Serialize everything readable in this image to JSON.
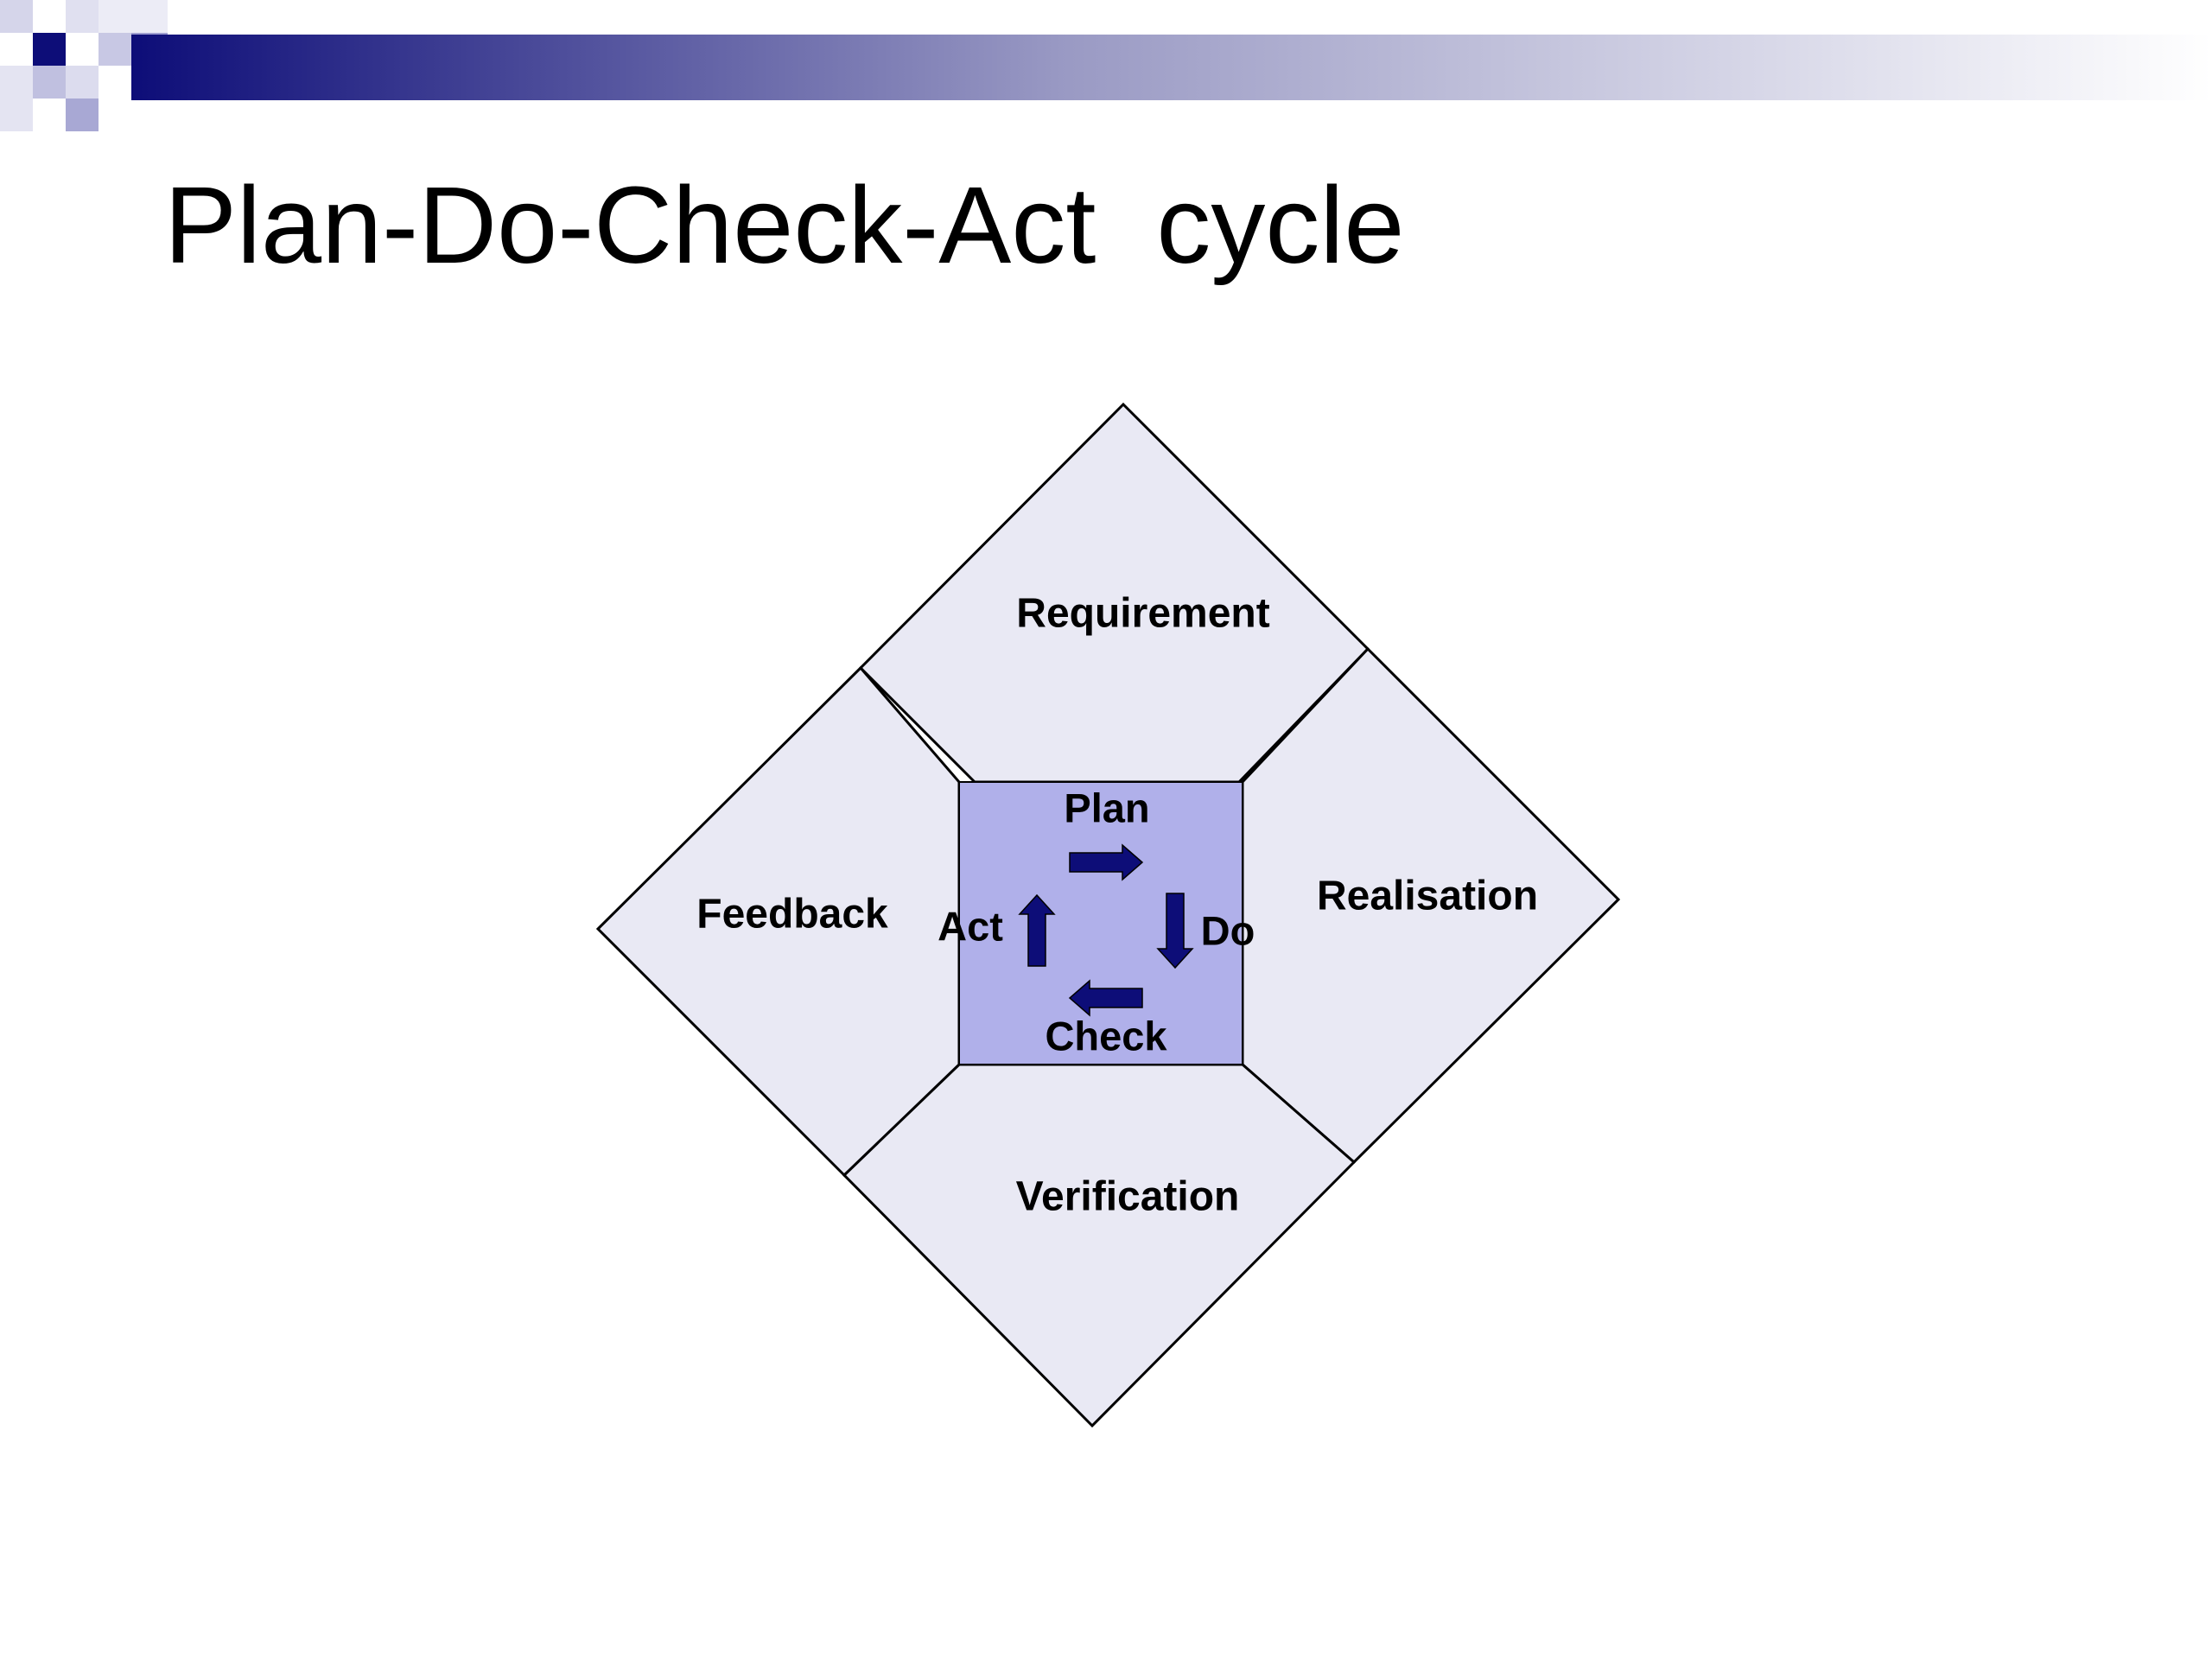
{
  "slide": {
    "title": "Plan-Do-Check-Act  cycle"
  },
  "diagram": {
    "outer_sections": {
      "top": "Requirement",
      "right": "Realisation",
      "bottom": "Verification",
      "left": "Feedback"
    },
    "inner_cycle": {
      "top": "Plan",
      "right": "Do",
      "bottom": "Check",
      "left": "Act"
    }
  },
  "colors": {
    "header_dark": "#0d0d78",
    "header_light": "#b4b4da",
    "section_fill": "#e9e9f4",
    "inner_fill": "#b0b0ea",
    "arrow_fill": "#0d0d78",
    "stroke": "#000000"
  }
}
